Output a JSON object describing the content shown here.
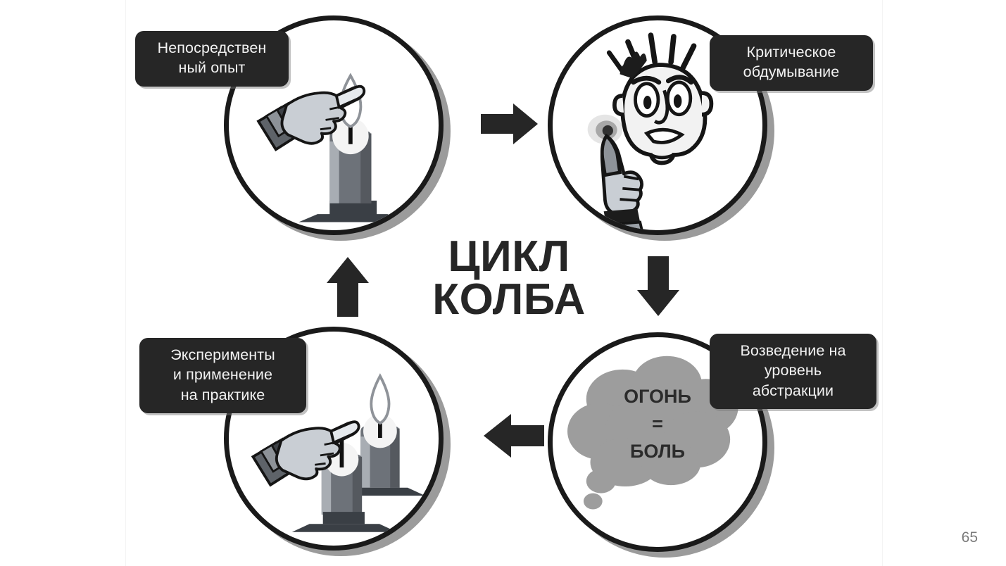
{
  "slide": {
    "page_number": "65",
    "center_title": "ЦИКЛ\nКОЛБА",
    "background_color": "#ffffff",
    "label_bg_color": "#262626",
    "label_text_color": "#f2f2f2",
    "circle_stroke_color": "#1a1a1a",
    "circle_shadow_color": "#9b9b9b",
    "arrow_color": "#262626"
  },
  "nodes": [
    {
      "id": "direct-experience",
      "label": "Непосредствен\nный опыт",
      "illustration": "hand-pointing-at-lit-candle",
      "position": "top-left"
    },
    {
      "id": "critical-reflection",
      "label": "Критическое\nобдумывание",
      "illustration": "shocked-face-with-burnt-finger",
      "position": "top-right"
    },
    {
      "id": "abstraction",
      "label": "Возведение на\nуровень\nабстракции",
      "illustration": "thought-cloud",
      "cloud_text": "ОГОНЬ\n=\nБОЛЬ",
      "position": "bottom-right"
    },
    {
      "id": "experimentation",
      "label": "Эксперименты\nи применение\nна практике",
      "illustration": "hand-pointing-at-two-candles",
      "position": "bottom-left"
    }
  ],
  "arrows": [
    {
      "id": "arrow-top",
      "direction": "right",
      "from": "direct-experience",
      "to": "critical-reflection"
    },
    {
      "id": "arrow-right",
      "direction": "down",
      "from": "critical-reflection",
      "to": "abstraction"
    },
    {
      "id": "arrow-bottom",
      "direction": "left",
      "from": "abstraction",
      "to": "experimentation"
    },
    {
      "id": "arrow-left",
      "direction": "up",
      "from": "experimentation",
      "to": "direct-experience"
    }
  ]
}
